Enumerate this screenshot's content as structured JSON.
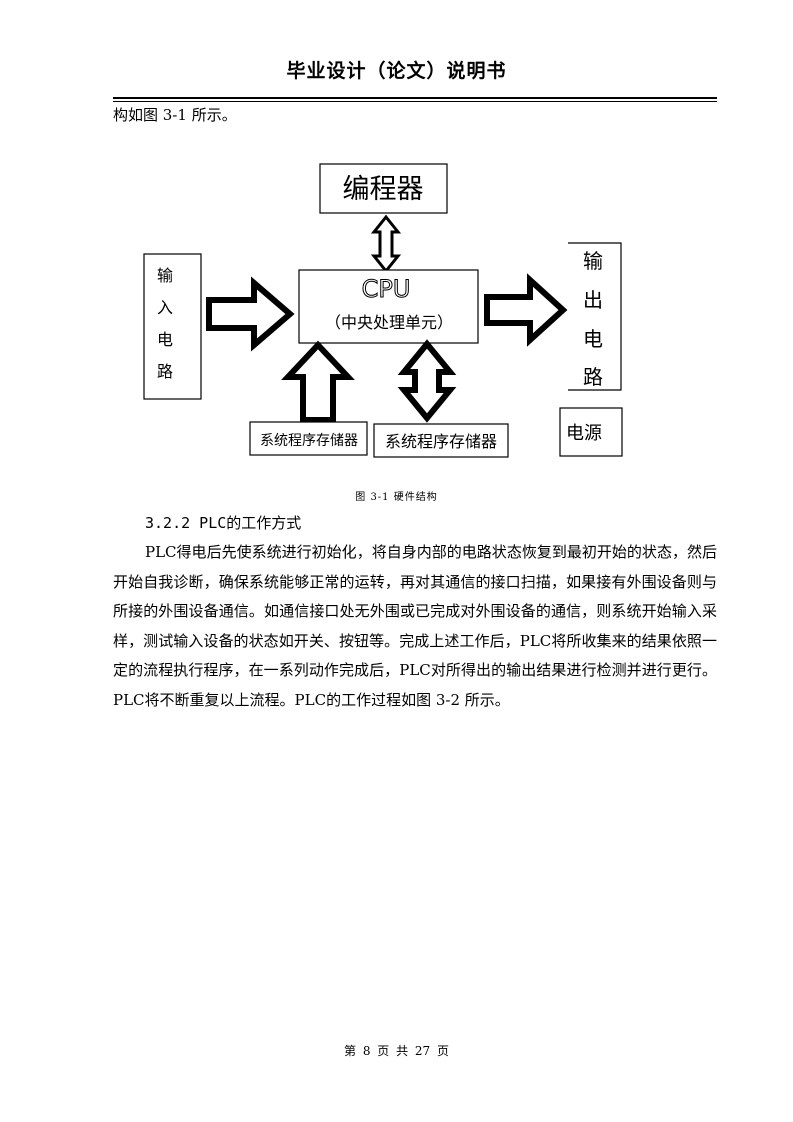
{
  "header": {
    "title": "毕业设计（论文）说明书"
  },
  "continuation_text": "构如图 3-1 所示。",
  "diagram": {
    "programmer": "编程器",
    "cpu": "CPU",
    "cpu_sub": "（中央处理单元）",
    "input_circuit": [
      "输",
      "入",
      "电",
      "路"
    ],
    "output_circuit": [
      "输",
      "出",
      "电",
      "路"
    ],
    "power": "电源",
    "system_memory_1": "系统程序存储器",
    "system_memory_2": "系统程序存储器"
  },
  "figure_caption": "图 3-1  硬件结构",
  "section": {
    "heading": "3.2.2 PLC的工作方式"
  },
  "paragraph": "PLC得电后先使系统进行初始化，将自身内部的电路状态恢复到最初开始的状态，然后开始自我诊断，确保系统能够正常的运转，再对其通信的接口扫描，如果接有外围设备则与所接的外围设备通信。如通信接口处无外围或已完成对外围设备的通信，则系统开始输入采样，测试输入设备的状态如开关、按钮等。完成上述工作后，PLC将所收集来的结果依照一定的流程执行程序，在一系列动作完成后，PLC对所得出的输出结果进行检测并进行更行。PLC将不断重复以上流程。PLC的工作过程如图 3-2 所示。",
  "footer": {
    "text": "第 8 页 共 27 页"
  }
}
